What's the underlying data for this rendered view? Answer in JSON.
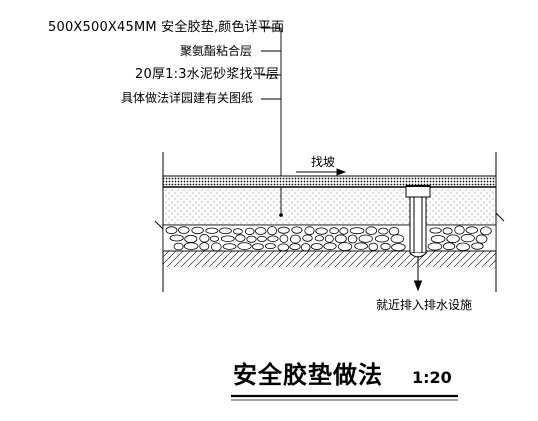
{
  "callouts": {
    "line1": "500X500X45MM 安全胶垫,颜色详平面",
    "line2": "聚氨酯粘合层",
    "line3": "20厚1:3水泥砂浆找平层",
    "line4": "具体做法详园建有关图纸"
  },
  "slope_label": "找坡",
  "drain_label": "就近排入排水设施",
  "title": {
    "text": "安全胶垫做法",
    "scale": "1:20"
  }
}
